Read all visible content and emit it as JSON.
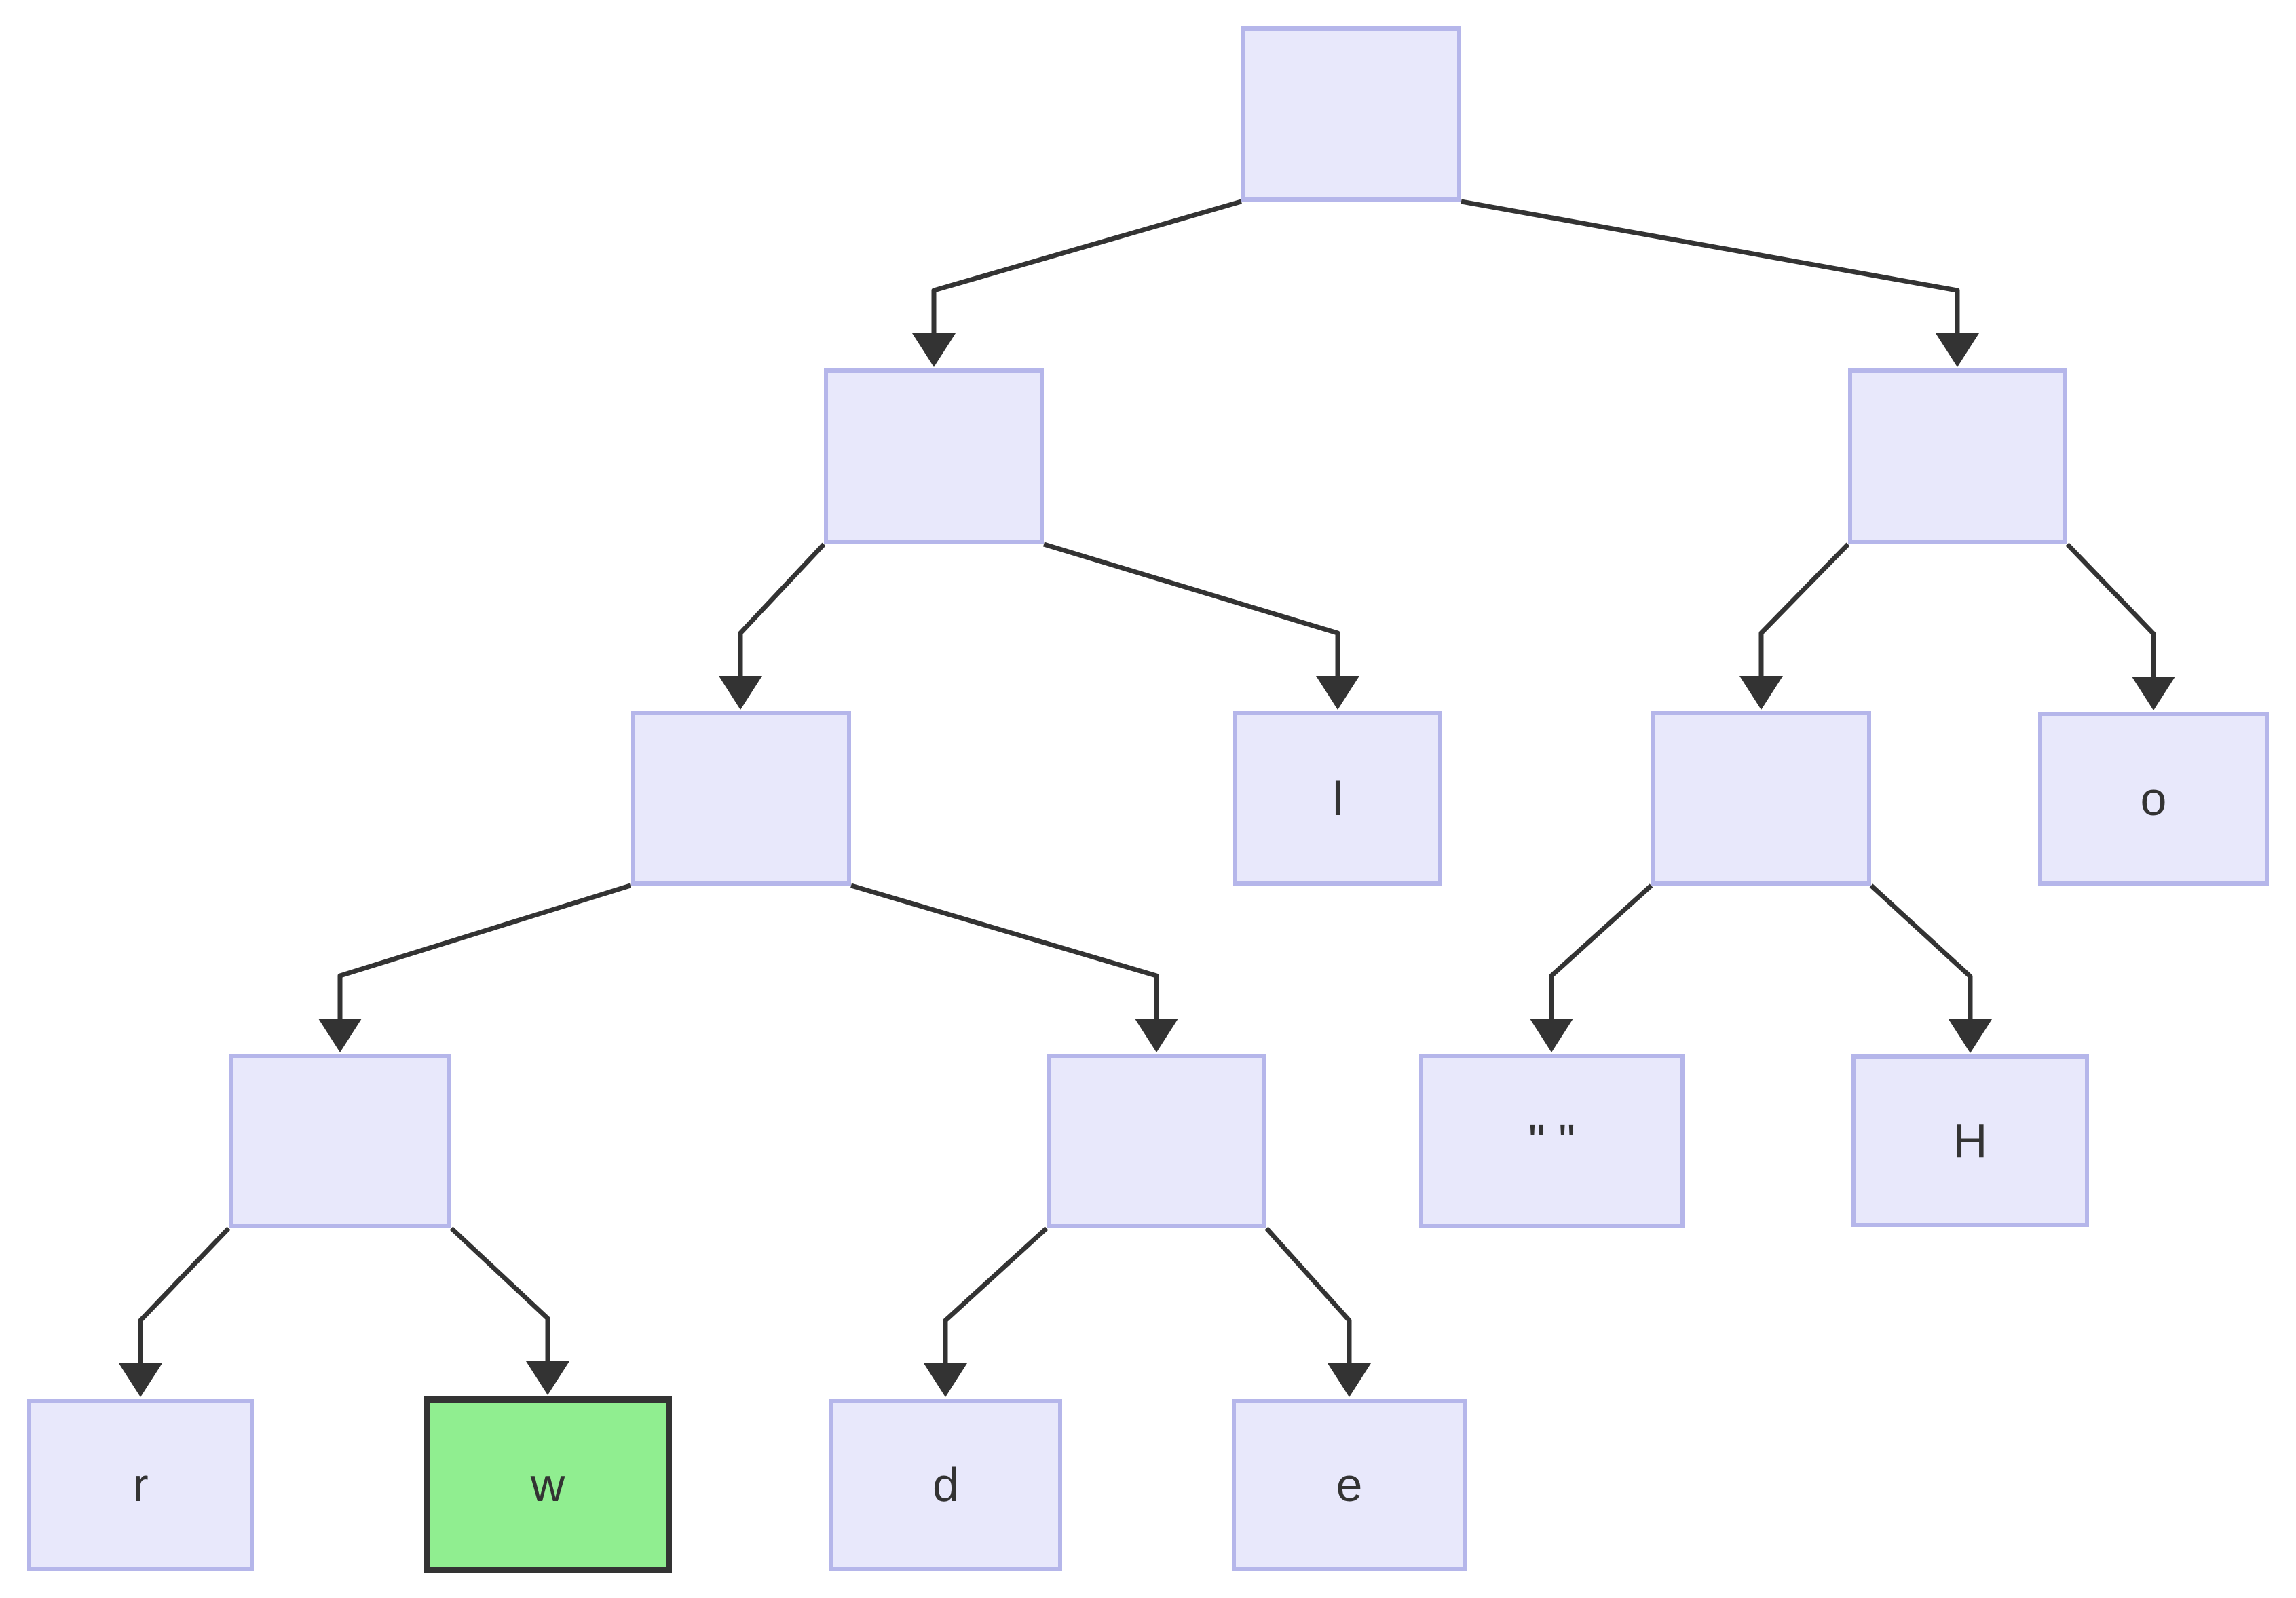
{
  "diagram": {
    "type": "binary-tree",
    "colors": {
      "background": "#ffffff",
      "node-fill": "#e8e8fb",
      "node-border": "#b5b6ea",
      "highlight-fill": "#90ee90",
      "highlight-border": "#333333",
      "edge": "#333333",
      "text": "#333333"
    },
    "nodes": [
      {
        "id": "root",
        "label": "",
        "kind": "internal"
      },
      {
        "id": "internal-left",
        "label": "",
        "kind": "internal"
      },
      {
        "id": "internal-right",
        "label": "",
        "kind": "internal"
      },
      {
        "id": "internal-left-left",
        "label": "",
        "kind": "internal"
      },
      {
        "id": "leaf-l",
        "label": "l",
        "kind": "leaf"
      },
      {
        "id": "internal-right-left",
        "label": "",
        "kind": "internal"
      },
      {
        "id": "leaf-o",
        "label": "o",
        "kind": "leaf"
      },
      {
        "id": "internal-4-left",
        "label": "",
        "kind": "internal"
      },
      {
        "id": "internal-4-mid",
        "label": "",
        "kind": "internal"
      },
      {
        "id": "leaf-space",
        "label": "\" \"",
        "kind": "leaf"
      },
      {
        "id": "leaf-H",
        "label": "H",
        "kind": "leaf"
      },
      {
        "id": "leaf-r",
        "label": "r",
        "kind": "leaf"
      },
      {
        "id": "leaf-w",
        "label": "w",
        "kind": "leaf",
        "highlighted": true
      },
      {
        "id": "leaf-d",
        "label": "d",
        "kind": "leaf"
      },
      {
        "id": "leaf-e",
        "label": "e",
        "kind": "leaf"
      }
    ],
    "edges": [
      {
        "from": "root",
        "to": "internal-left"
      },
      {
        "from": "root",
        "to": "internal-right"
      },
      {
        "from": "internal-left",
        "to": "internal-left-left"
      },
      {
        "from": "internal-left",
        "to": "leaf-l"
      },
      {
        "from": "internal-right",
        "to": "internal-right-left"
      },
      {
        "from": "internal-right",
        "to": "leaf-o"
      },
      {
        "from": "internal-left-left",
        "to": "internal-4-left"
      },
      {
        "from": "internal-left-left",
        "to": "internal-4-mid"
      },
      {
        "from": "internal-right-left",
        "to": "leaf-space"
      },
      {
        "from": "internal-right-left",
        "to": "leaf-H"
      },
      {
        "from": "internal-4-left",
        "to": "leaf-r"
      },
      {
        "from": "internal-4-left",
        "to": "leaf-w"
      },
      {
        "from": "internal-4-mid",
        "to": "leaf-d"
      },
      {
        "from": "internal-4-mid",
        "to": "leaf-e"
      }
    ]
  }
}
